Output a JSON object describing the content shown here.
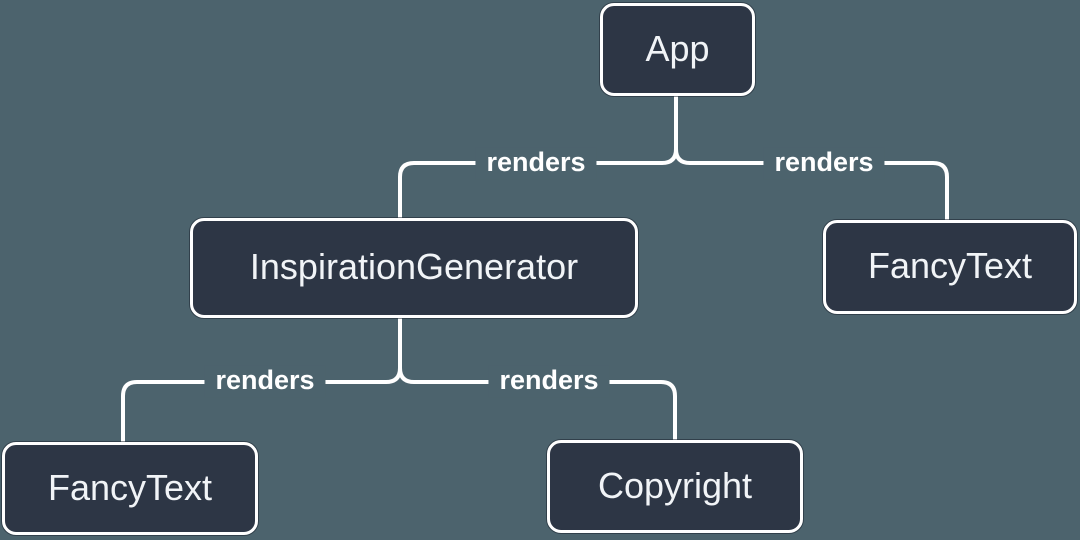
{
  "diagram": {
    "colors": {
      "background": "#4c636d",
      "node_fill": "#2d3645",
      "node_border": "#ffffff",
      "node_text": "#f1f4f7",
      "line": "#ffffff",
      "edge_label_text": "#ffffff"
    },
    "nodes": [
      {
        "id": "app",
        "label": "App"
      },
      {
        "id": "inspiration-generator",
        "label": "InspirationGenerator"
      },
      {
        "id": "fancy-text-top",
        "label": "FancyText"
      },
      {
        "id": "fancy-text-bottom",
        "label": "FancyText"
      },
      {
        "id": "copyright",
        "label": "Copyright"
      }
    ],
    "edges": [
      {
        "from": "App",
        "to": "InspirationGenerator",
        "label": "renders"
      },
      {
        "from": "App",
        "to": "FancyText",
        "label": "renders"
      },
      {
        "from": "InspirationGenerator",
        "to": "FancyText",
        "label": "renders"
      },
      {
        "from": "InspirationGenerator",
        "to": "Copyright",
        "label": "renders"
      }
    ]
  }
}
